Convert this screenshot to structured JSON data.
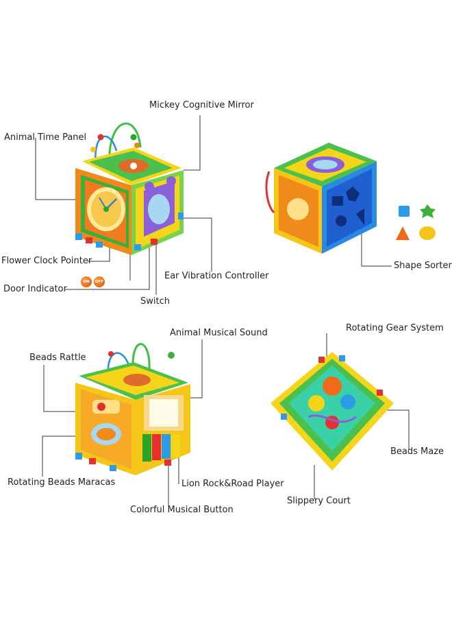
{
  "labels": {
    "mickey_mirror": "Mickey Cognitive Mirror",
    "animal_time_panel": "Animal Time Panel",
    "flower_clock_pointer": "Flower Clock Pointer",
    "door_indicator": "Door Indicator",
    "switch": "Switch",
    "ear_vibration": "Ear Vibration Controller",
    "shape_sorter": "Shape Sorter",
    "animal_musical_sound": "Animal Musical Sound",
    "beads_rattle": "Beads Rattle",
    "rotating_beads_maracas": "Rotating Beads Maracas",
    "lion_rock_road": "Lion Rock&Road Player",
    "colorful_button": "Colorful Musical  Button",
    "rotating_gear": "Rotating Gear System",
    "beads_maze": "Beads Maze",
    "slippery_court": "Slippery Court"
  },
  "switch_badges": {
    "on": "ON",
    "off": "OFF"
  }
}
